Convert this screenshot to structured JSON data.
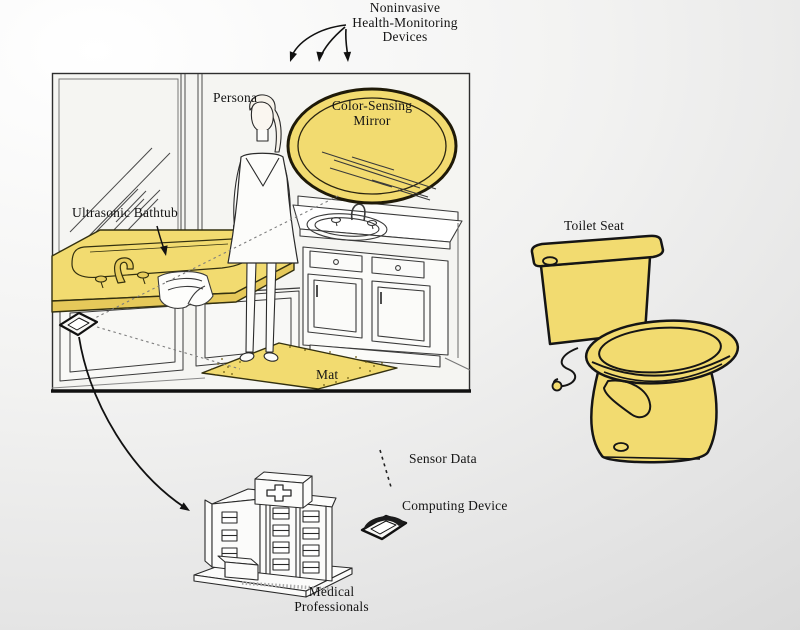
{
  "figure": {
    "labels": {
      "header": "Noninvasive\nHealth-Monitoring\nDevices",
      "persona": "Persona",
      "mirror": "Color-Sensing\nMirror",
      "bathtub": "Ultrasonic Bathtub",
      "mat": "Mat",
      "toilet_seat": "Toilet Seat",
      "sensor_data": "Sensor Data",
      "computing_device": "Computing Device",
      "medical_professionals": "Medical\nProfessionals"
    },
    "colors": {
      "device_highlight": "#f2db70",
      "device_highlight_shade": "#e6c95a",
      "line_art": "#1c1c1c",
      "background_top_left": "#ffffff",
      "background_edge": "#dadada",
      "scene_interior": "#f5f5f2"
    },
    "icons": {
      "mirror": "oval-mirror-icon",
      "bathtub": "bathtub-icon",
      "mat": "floor-mat-icon",
      "toilet": "toilet-icon",
      "persona": "standing-person-icon",
      "tub_device": "handheld-sensor-icon",
      "computing_device": "smartphone-icon",
      "hospital": "hospital-building-icon",
      "sensor_link": "dashed-data-link-icon"
    }
  }
}
